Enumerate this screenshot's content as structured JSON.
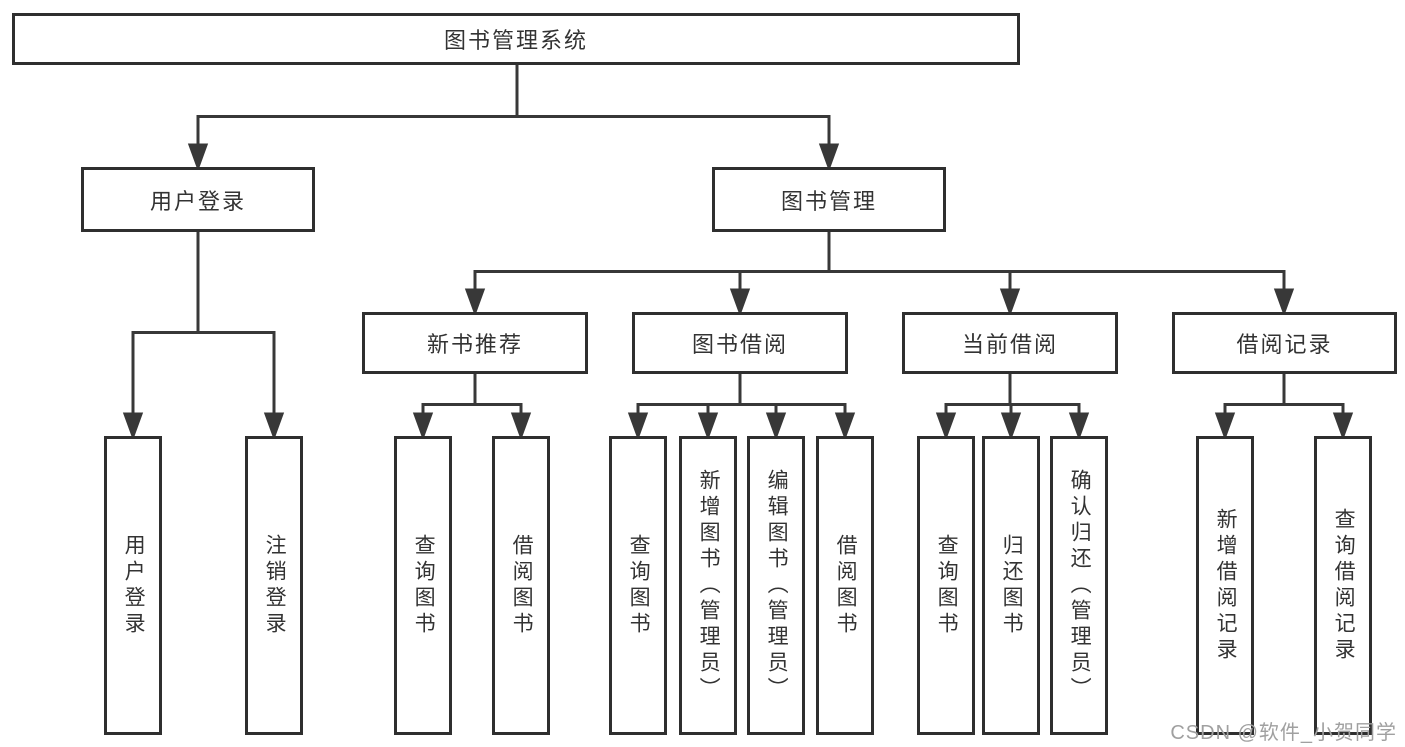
{
  "nodes": {
    "root": "图书管理系统",
    "level2": {
      "user_login": "用户登录",
      "book_management": "图书管理"
    },
    "level3": {
      "new_book_recommend": "新书推荐",
      "book_borrow": "图书借阅",
      "current_borrow": "当前借阅",
      "borrow_records": "借阅记录"
    },
    "leaves": {
      "user_login": "用户登录",
      "logout": "注销登录",
      "recommend_query_book": "查询图书",
      "recommend_borrow_book": "借阅图书",
      "borrow_query_book": "查询图书",
      "borrow_add_book": "新增图书（管理员）",
      "borrow_edit_book": "编辑图书（管理员）",
      "borrow_borrow_book": "借阅图书",
      "current_query_book": "查询图书",
      "current_return_book": "归还图书",
      "current_confirm_return": "确认归还（管理员）",
      "records_add_record": "新增借阅记录",
      "records_query_record": "查询借阅记录"
    }
  },
  "watermark": "CSDN @软件_小贺同学",
  "colors": {
    "line": "#383838",
    "box_border": "#2f2f2f",
    "text": "#333333",
    "watermark": "#a0a0a0",
    "background": "#ffffff"
  }
}
